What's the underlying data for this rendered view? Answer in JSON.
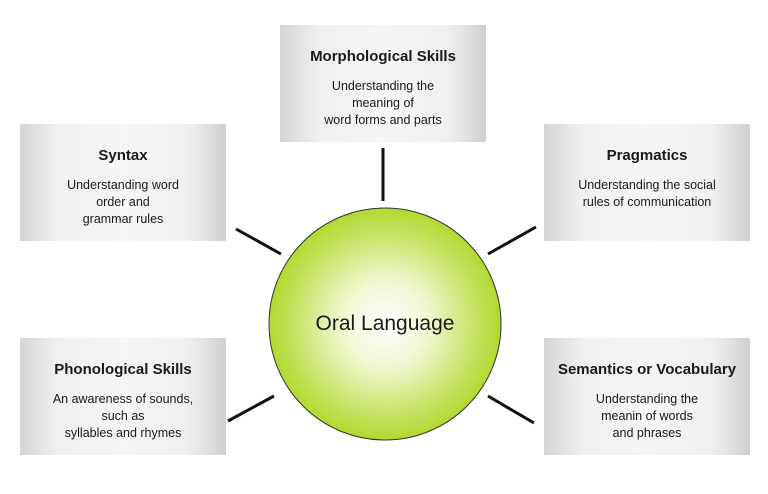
{
  "diagram": {
    "center": {
      "label": "Oral Language",
      "gradient_inner": "#ffffff",
      "gradient_outer": "#b2d82f"
    },
    "nodes": {
      "morphological": {
        "title": "Morphological Skills",
        "desc": "Understanding the\nmeaning of\nword forms and parts"
      },
      "syntax": {
        "title": "Syntax",
        "desc": "Understanding word\norder and\ngrammar rules"
      },
      "pragmatics": {
        "title": "Pragmatics",
        "desc": "Understanding the social\nrules of communication"
      },
      "phonological": {
        "title": "Phonological Skills",
        "desc": "An awareness of sounds,\nsuch as\nsyllables and rhymes"
      },
      "semantics": {
        "title": "Semantics or Vocabulary",
        "desc": "Understanding the\nmeanin of words\nand phrases"
      }
    },
    "connector_color": "#111111"
  }
}
